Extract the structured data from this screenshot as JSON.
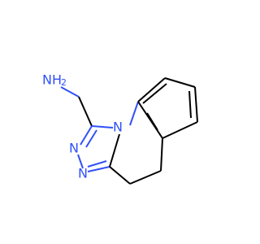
{
  "molecule": {
    "labels": {
      "amine": "NH",
      "amine_subscript": "2",
      "n_ring_junction": "N",
      "n_triazole_left": "N",
      "n_triazole_lower": "N"
    },
    "colors": {
      "carbon_bond": "#000000",
      "nitrogen": "#3050f8",
      "background": "#ffffff"
    }
  }
}
